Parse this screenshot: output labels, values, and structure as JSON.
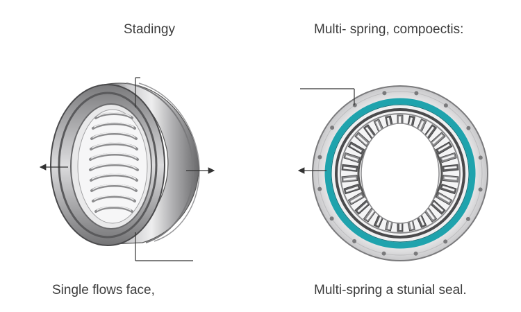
{
  "left_panel": {
    "title": "Stadingy",
    "caption": "Single flows face,"
  },
  "right_panel": {
    "title": "Multi- spring, compoectis:",
    "caption": "Multi-spring a stunial seal."
  },
  "colors": {
    "metal_dark": "#6e6e70",
    "metal_light": "#d7d7d9",
    "accent_teal": "#1fa3ad",
    "line": "#333333"
  }
}
